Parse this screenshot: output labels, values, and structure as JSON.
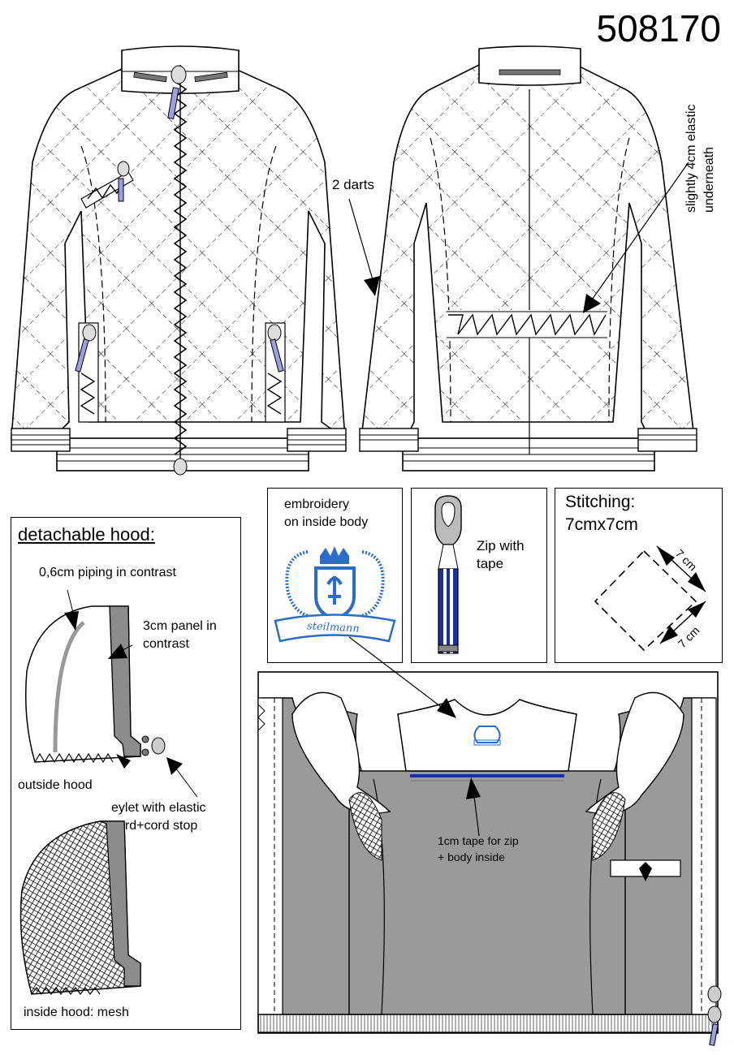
{
  "style_number": "508170",
  "callouts": {
    "darts": "2 darts",
    "elastic_line1": "slightly 4cm elastic",
    "elastic_line2": "underneath"
  },
  "hood_panel": {
    "title": "detachable hood:",
    "piping": "0,6cm piping in contrast",
    "panel_line1": "3cm panel in",
    "panel_line2": "contrast",
    "outside": "outside hood",
    "eylet_line1": "eylet with elastic",
    "eylet_line2": "cord+cord stop",
    "inside": "inside hood: mesh"
  },
  "embroidery_panel": {
    "line1": "embroidery",
    "line2": "on inside body",
    "logo_text": "steilmann"
  },
  "zip_panel": {
    "line1": "Zip with",
    "line2": "tape"
  },
  "stitching_panel": {
    "line1": "Stitching:",
    "line2": "7cmx7cm",
    "dim1": "7 cm",
    "dim2": "7 cm"
  },
  "inside_view": {
    "tape_line1": "1cm tape for zip",
    "tape_line2": "+ body inside"
  },
  "colors": {
    "line": "#000000",
    "lining_grey": "#9a9a9a",
    "panel_grey": "#8c8c8c",
    "zip_blue": "#1a2fa0",
    "zip_lilac": "#9e9ee6",
    "embroidery_blue": "#2a6cc8"
  }
}
